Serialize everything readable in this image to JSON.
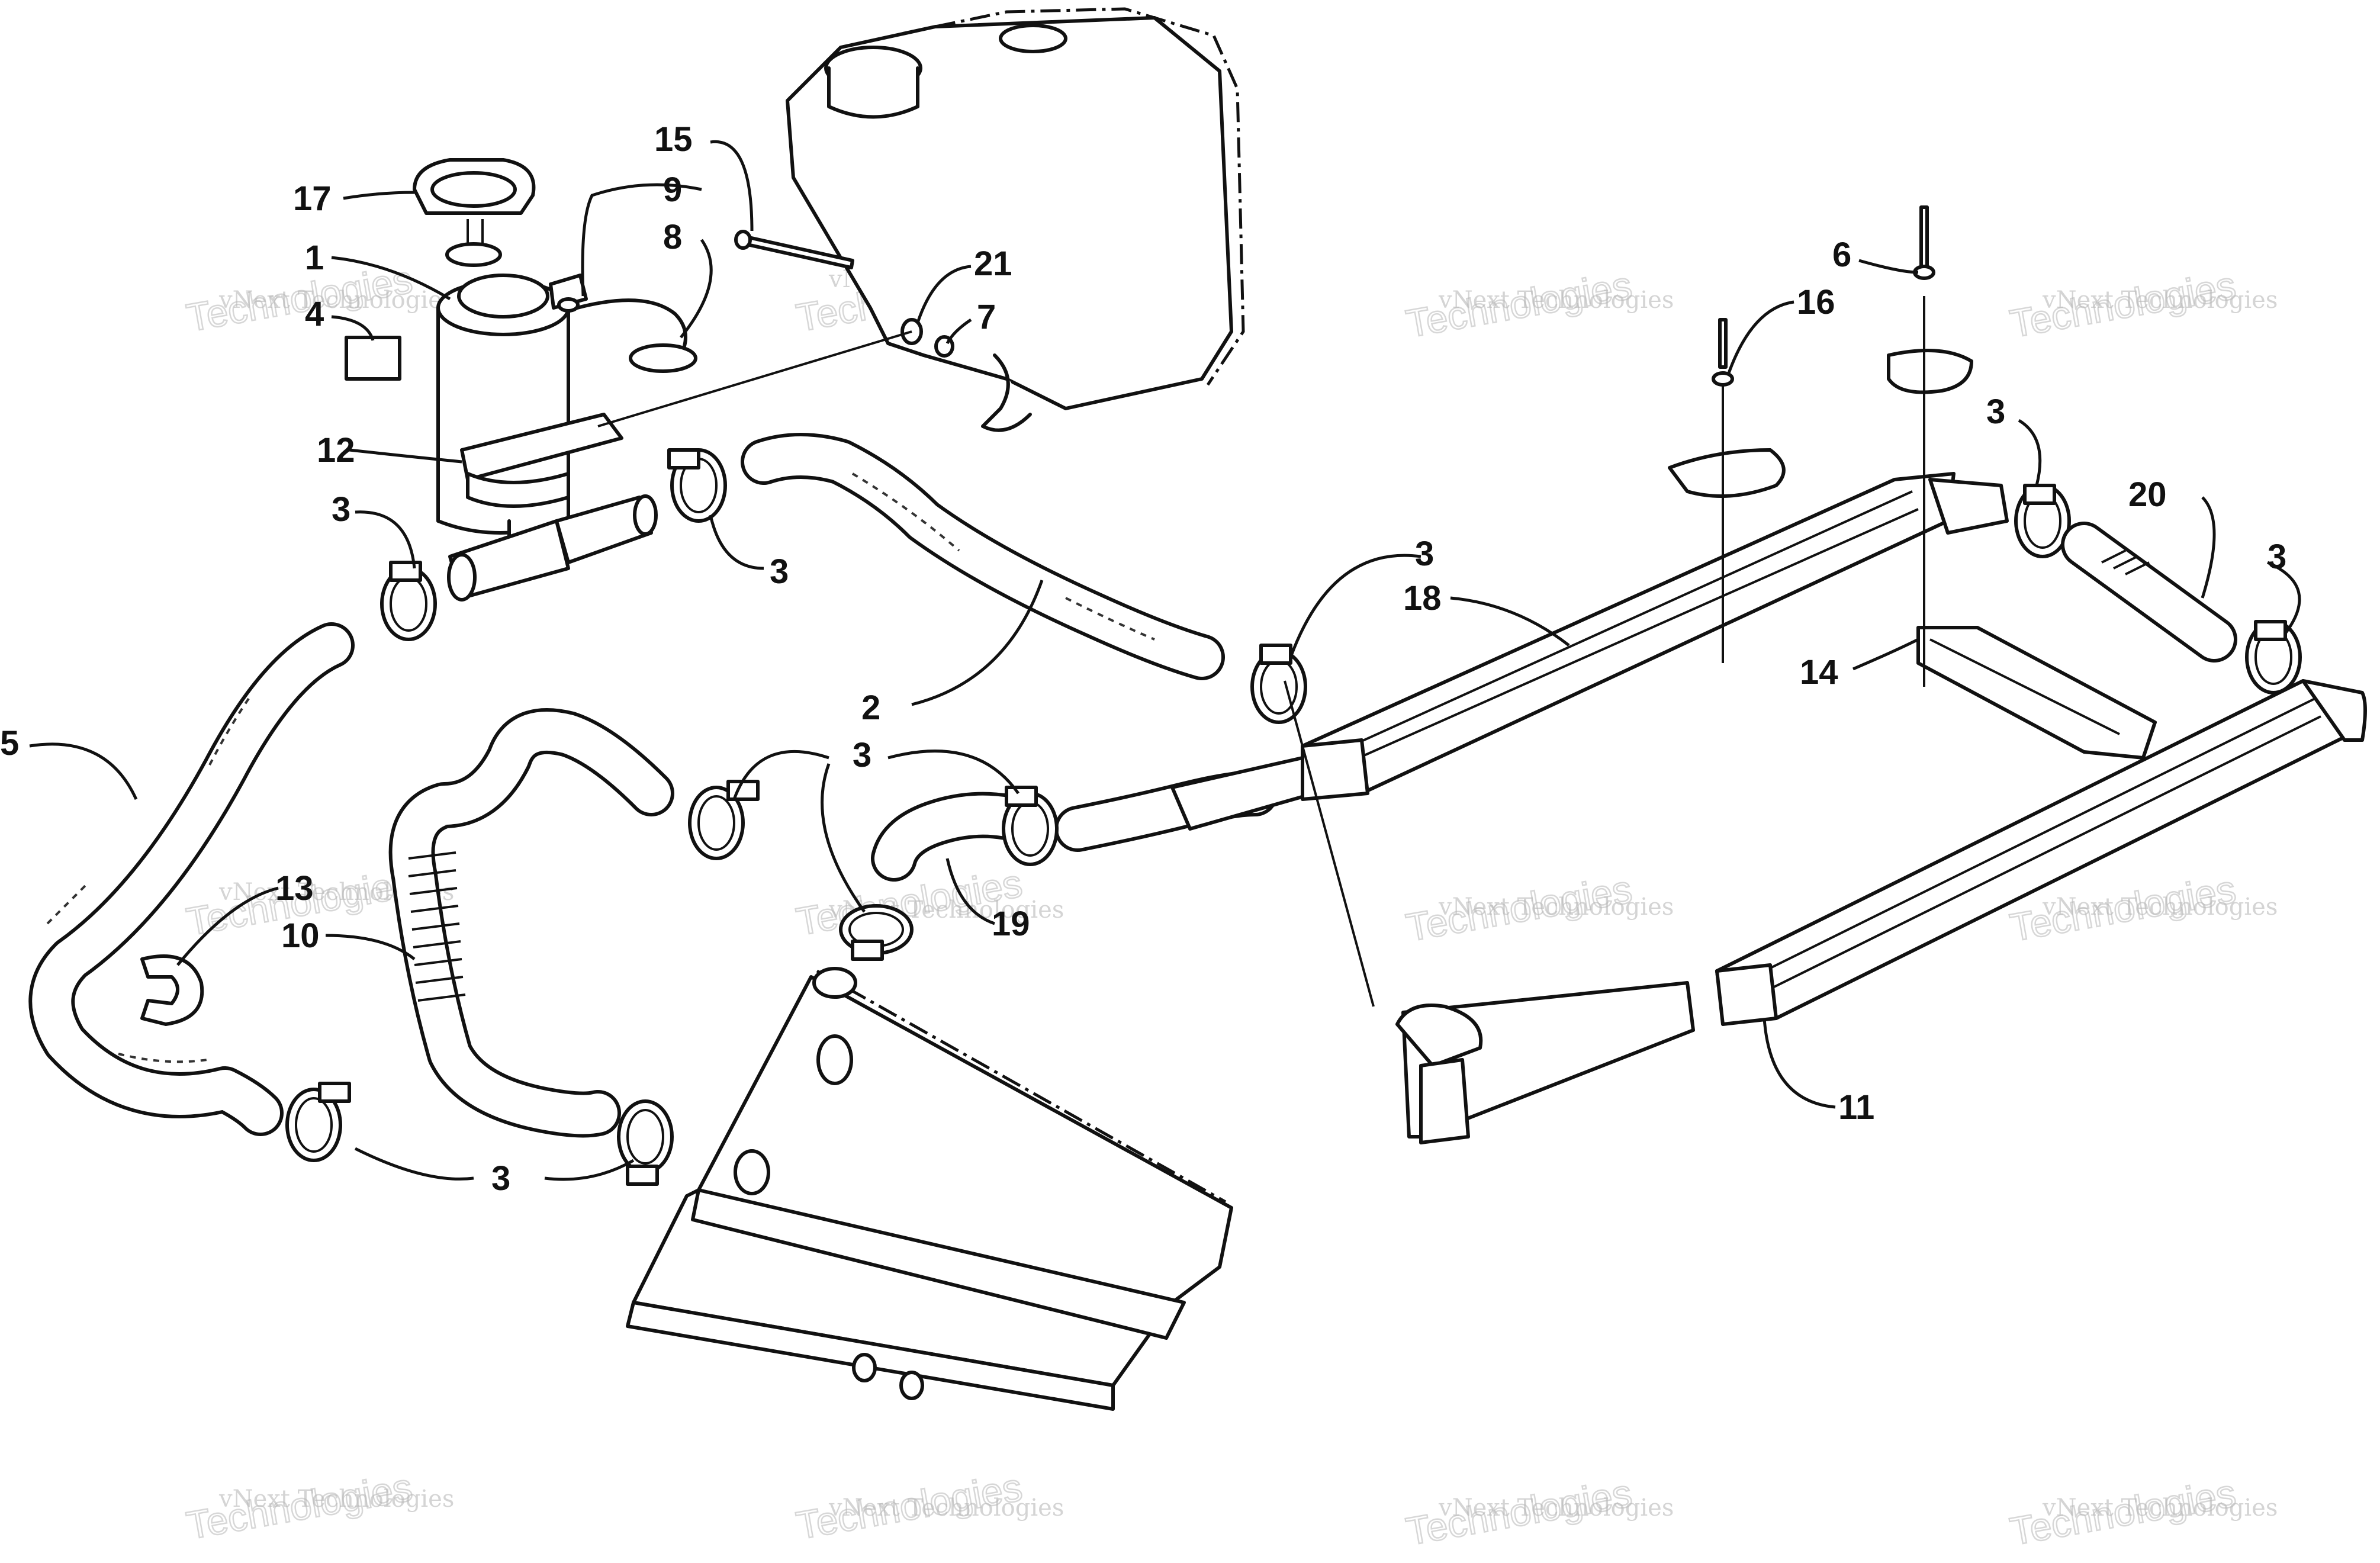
{
  "callouts": [
    {
      "id": "c17",
      "label": "17"
    },
    {
      "id": "c1",
      "label": "1"
    },
    {
      "id": "c4",
      "label": "4"
    },
    {
      "id": "c12",
      "label": "12"
    },
    {
      "id": "c3a",
      "label": "3"
    },
    {
      "id": "c9",
      "label": "9"
    },
    {
      "id": "c8",
      "label": "8"
    },
    {
      "id": "c15",
      "label": "15"
    },
    {
      "id": "c21",
      "label": "21"
    },
    {
      "id": "c7",
      "label": "7"
    },
    {
      "id": "c3b",
      "label": "3"
    },
    {
      "id": "c5",
      "label": "5"
    },
    {
      "id": "c2",
      "label": "2"
    },
    {
      "id": "c3c",
      "label": "3"
    },
    {
      "id": "c3d",
      "label": "3"
    },
    {
      "id": "c13",
      "label": "13"
    },
    {
      "id": "c10",
      "label": "10"
    },
    {
      "id": "c19",
      "label": "19"
    },
    {
      "id": "c3e",
      "label": "3"
    },
    {
      "id": "c18",
      "label": "18"
    },
    {
      "id": "c6",
      "label": "6"
    },
    {
      "id": "c16",
      "label": "16"
    },
    {
      "id": "c3f",
      "label": "3"
    },
    {
      "id": "c20",
      "label": "20"
    },
    {
      "id": "c3g",
      "label": "3"
    },
    {
      "id": "c14",
      "label": "14"
    },
    {
      "id": "c11",
      "label": "11"
    }
  ],
  "watermark": {
    "line1": "vNext Technologies",
    "line2": "Technologies"
  }
}
